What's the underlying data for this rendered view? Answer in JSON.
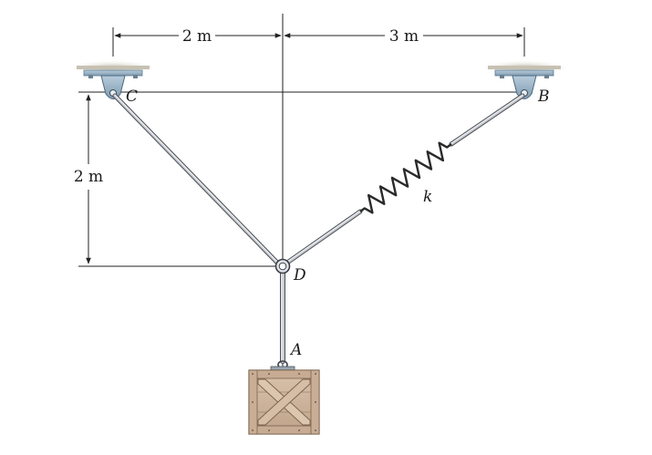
{
  "dimensions": {
    "top_left": "2 m",
    "top_right": "3 m",
    "left_vertical": "2 m"
  },
  "points": {
    "A": "A",
    "B": "B",
    "C": "C",
    "D": "D"
  },
  "spring_label": "k",
  "colors": {
    "support_plate": "#9ab3c6",
    "support_plate_dark": "#6e8aa0",
    "ceiling": "#c7c1b2",
    "rod": "#aeb2b8",
    "crate_wood": "#cbb29a",
    "crate_dark": "#8d735d"
  }
}
